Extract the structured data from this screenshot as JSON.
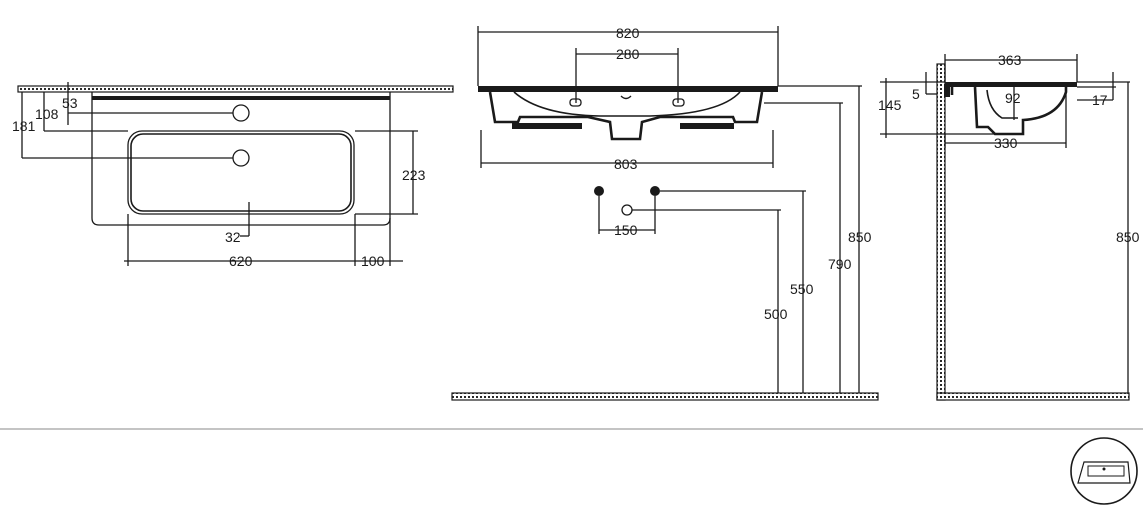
{
  "top_view": {
    "dims": {
      "d53": "53",
      "d108": "108",
      "d181": "181",
      "d223": "223",
      "d32": "32",
      "d620": "620",
      "d100": "100"
    }
  },
  "front_view": {
    "dims": {
      "d820": "820",
      "d280": "280",
      "d803": "803",
      "d150": "150",
      "d500": "500",
      "d550": "550",
      "d790": "790",
      "d850": "850"
    }
  },
  "side_view": {
    "dims": {
      "d363": "363",
      "d145": "145",
      "d5": "5",
      "d92": "92",
      "d17": "17",
      "d330": "330",
      "d850": "850"
    }
  },
  "thumbnail": {
    "icon": "washbasin-thumbnail-icon"
  }
}
